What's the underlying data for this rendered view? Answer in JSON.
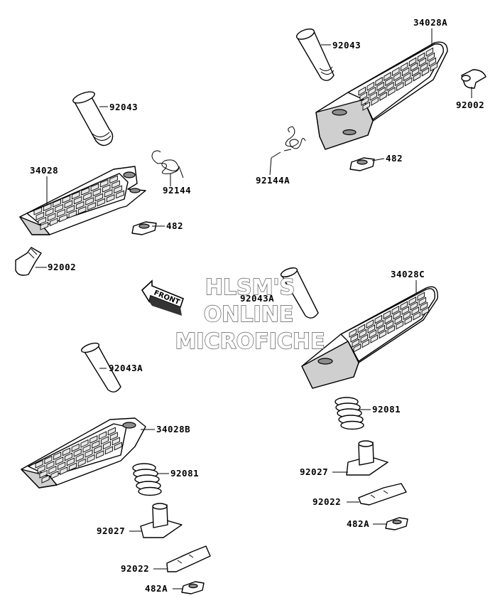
{
  "diagram": {
    "labels": {
      "l34028": "34028",
      "l34028A": "34028A",
      "l34028B": "34028B",
      "l34028C": "34028C",
      "l92043_left": "92043",
      "l92043_right": "92043",
      "l92043A_right": "92043A",
      "l92043A_left": "92043A",
      "l92144": "92144",
      "l92144A": "92144A",
      "l482_left": "482",
      "l482_right": "482",
      "l482A_right": "482A",
      "l482A_left": "482A",
      "l92002_left": "92002",
      "l92002_right": "92002",
      "l92081_left": "92081",
      "l92081_right": "92081",
      "l92027_left": "92027",
      "l92027_right": "92027",
      "l92022_left": "92022",
      "l92022_right": "92022"
    },
    "front_arrow": "FRONT",
    "watermark": {
      "line1": "HLSM'S",
      "line2": "ONLINE",
      "line3": "MICROFICHE"
    }
  }
}
